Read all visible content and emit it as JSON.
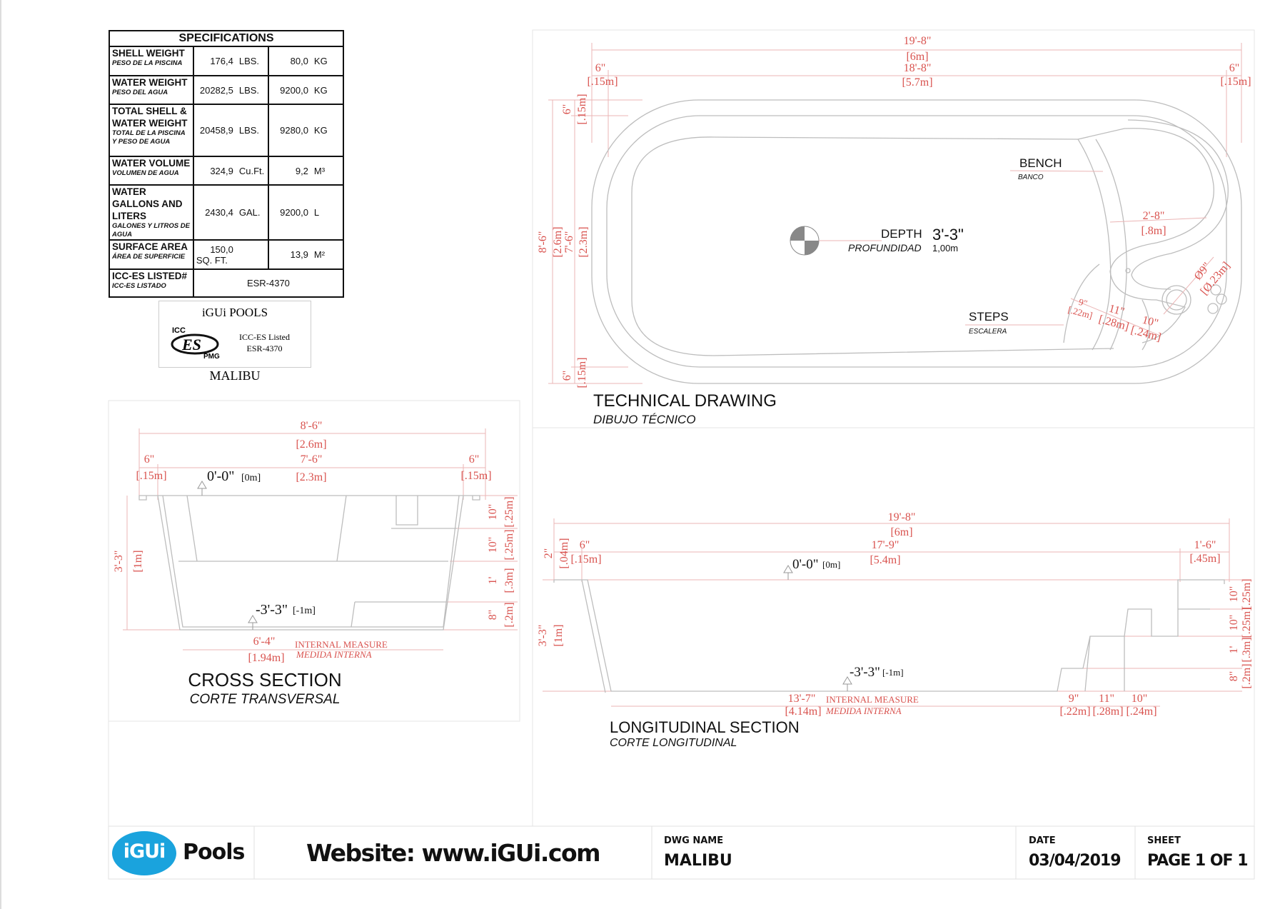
{
  "specifications": {
    "title": "SPECIFICATIONS",
    "rows": [
      {
        "en": "SHELL WEIGHT",
        "es": "PESO DE LA PISCINA",
        "v1": "176,4",
        "u1": "LBS.",
        "v2": "80,0",
        "u2": "KG"
      },
      {
        "en": "WATER WEIGHT",
        "es": "PESO DEL AGUA",
        "v1": "20282,5",
        "u1": "LBS.",
        "v2": "9200,0",
        "u2": "KG"
      },
      {
        "en": "TOTAL SHELL & WATER WEIGHT",
        "es": "TOTAL DE LA PISCINA Y PESO DE AGUA",
        "v1": "20458,9",
        "u1": "LBS.",
        "v2": "9280,0",
        "u2": "KG"
      },
      {
        "en": "WATER VOLUME",
        "es": "VOLUMEN DE AGUA",
        "v1": "324,9",
        "u1": "Cu.Ft.",
        "v2": "9,2",
        "u2": "M³"
      },
      {
        "en": "WATER GALLONS AND LITERS",
        "es": "GALONES Y LITROS DE AGUA",
        "v1": "2430,4",
        "u1": "GAL.",
        "v2": "9200,0",
        "u2": "L"
      },
      {
        "en": "SURFACE AREA",
        "es": "ÁREA DE SUPERFICIE",
        "v1": "150,0",
        "u1": "SQ. FT.",
        "v2": "13,9",
        "u2": "M²"
      }
    ],
    "icc": {
      "en": "ICC-ES LISTED#",
      "es": "ICC-ES LISTADO",
      "value": "ESR-4370"
    }
  },
  "cert": {
    "brand": "iGUi POOLS",
    "logo_text": "ICC ES PMG",
    "listed": "ICC-ES Listed",
    "number": "ESR-4370",
    "model": "MALIBU"
  },
  "plan": {
    "title": "TECHNICAL DRAWING",
    "subtitle": "DIBUJO TÉCNICO",
    "overall_len": "19'-8\"",
    "overall_len_m": "[6m]",
    "inner_len": "18'-8\"",
    "inner_len_m": "[5.7m]",
    "rim_l": "6\"",
    "rim_l_m": "[.15m]",
    "rim_r": "6\"",
    "rim_r_m": "[.15m]",
    "rim_t": "6\"",
    "rim_t_m": "[.15m]",
    "rim_b": "6\"",
    "rim_b_m": "[.15m]",
    "overall_w": "8'-6\"",
    "overall_w_m": "[2.6m]",
    "inner_w": "7'-6\"",
    "inner_w_m": "[2.3m]",
    "bench": "BENCH",
    "bench_es": "BANCO",
    "depth": "DEPTH",
    "depth_val": "3'-3\"",
    "depth_es": "PROFUNDIDAD",
    "depth_m": "1,00m",
    "bench_w": "2'-8\"",
    "bench_w_m": "[.8m]",
    "steps": "STEPS",
    "steps_es": "ESCALERA",
    "jet": "Ø9\"",
    "jet_m": "[Ø.23m]",
    "s1": "9\"",
    "s1m": "[.22m]",
    "s2": "11\"",
    "s2m": "[.28m]",
    "s3": "10\"",
    "s3m": "[.24m]"
  },
  "cross": {
    "title": "CROSS SECTION",
    "subtitle": "CORTE TRANSVERSAL",
    "overall": "8'-6\"",
    "overall_m": "[2.6m]",
    "inner": "7'-6\"",
    "inner_m": "[2.3m]",
    "rim_l": "6\"",
    "rim_l_m": "[.15m]",
    "rim_r": "6\"",
    "rim_r_m": "[.15m]",
    "level0": "0'-0\"",
    "level0_m": "[0m]",
    "depth": "3'-3\"",
    "depth_m": "[1m]",
    "h1": "10\"",
    "h1m": "[.25m]",
    "h2": "10\"",
    "h2m": "[.25m]",
    "h3": "1'",
    "h3m": "[.3m]",
    "h4": "8\"",
    "h4m": "[.2m]",
    "bottom": "-3'-3\"",
    "bottom_m": "[-1m]",
    "floor": "6'-4\"",
    "floor_m": "[1.94m]",
    "internal": "INTERNAL MEASURE",
    "internal_es": "MEDIDA INTERNA"
  },
  "long": {
    "title": "LONGITUDINAL SECTION",
    "subtitle": "CORTE LONGITUDINAL",
    "overall": "19'-8\"",
    "overall_m": "[6m]",
    "rim_l": "6\"",
    "rim_l_m": "[.15m]",
    "inner": "17'-9\"",
    "inner_m": "[5.4m]",
    "rim_r": "1'-6\"",
    "rim_r_m": "[.45m]",
    "lip": "2\"",
    "lip_m": "[.04m]",
    "level0": "0'-0\"",
    "level0_m": "[0m]",
    "depth": "3'-3\"",
    "depth_m": "[1m]",
    "h1": "10\"",
    "h1m": "[.25m]",
    "h2": "10\"",
    "h2m": "[.25m]",
    "h3": "1'",
    "h3m": "[.3m]",
    "h4": "8\"",
    "h4m": "[.2m]",
    "bottom": "-3'-3\"",
    "bottom_m": "[-1m]",
    "floor": "13'-7\"",
    "floor_m": "[4.14m]",
    "internal": "INTERNAL MEASURE",
    "internal_es": "MEDIDA INTERNA",
    "s1": "9\"",
    "s1m": "[.22m]",
    "s2": "11\"",
    "s2m": "[.28m]",
    "s3": "10\"",
    "s3m": "[.24m]"
  },
  "footer": {
    "logo": "iGUi",
    "logo_word": "Pools",
    "website": "Website: www.iGUi.com",
    "dwg_label": "DWG NAME",
    "dwg": "MALIBU",
    "date_label": "DATE",
    "date": "03/04/2019",
    "sheet_label": "SHEET",
    "sheet": "PAGE 1 OF 1",
    "brand_color": "#1aa3dd"
  }
}
